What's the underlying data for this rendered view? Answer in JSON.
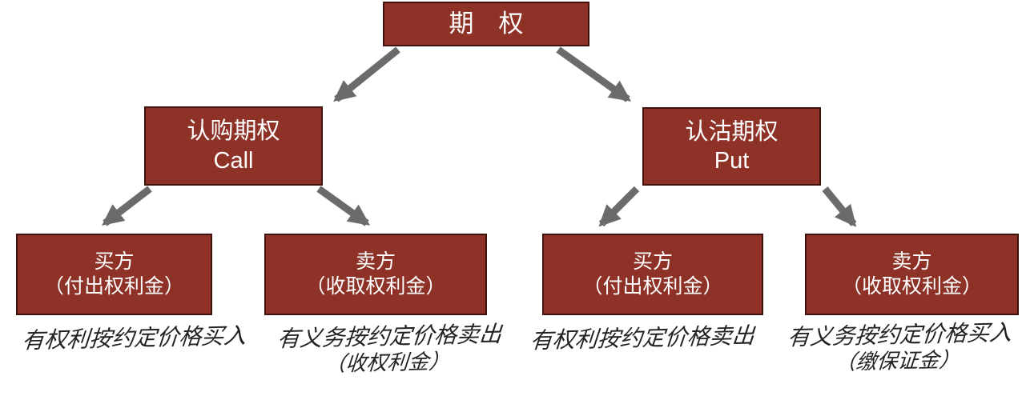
{
  "diagram": {
    "root": {
      "label": "期　权"
    },
    "call": {
      "line1": "认购期权",
      "line2": "Call"
    },
    "put": {
      "line1": "认沽期权",
      "line2": "Put"
    },
    "leaves": [
      {
        "line1": "买方",
        "line2": "（付出权利金）"
      },
      {
        "line1": "卖方",
        "line2": "（收取权利金）"
      },
      {
        "line1": "买方",
        "line2": "（付出权利金）"
      },
      {
        "line1": "卖方",
        "line2": "（收取权利金）"
      }
    ],
    "handwritten_notes": [
      {
        "line1": "有权利按约定价格买入",
        "line2": ""
      },
      {
        "line1": "有义务按约定价格卖出",
        "line2": "（收权利金）"
      },
      {
        "line1": "有权利按约定价格卖出",
        "line2": ""
      },
      {
        "line1": "有义务按约定价格买入",
        "line2": "（缴保证金）"
      }
    ],
    "colors": {
      "box_fill": "#8E3227",
      "box_border": "#3F120B",
      "box_text": "#FFFFFF",
      "arrow": "#6B6B6B",
      "ink": "#101010",
      "background": "#FFFFFF"
    }
  }
}
